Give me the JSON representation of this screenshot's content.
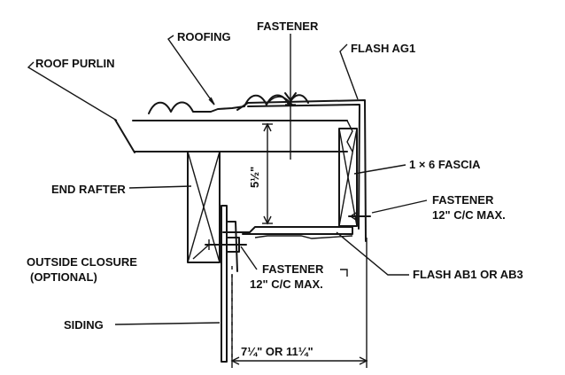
{
  "labels": {
    "roofing": "ROOFING",
    "fastener_top": "FASTENER",
    "flash_ag1": "FLASH AG1",
    "roof_purlin": "ROOF PURLIN",
    "fascia": "1 × 6 FASCIA",
    "end_rafter": "END RAFTER",
    "dim_height": "5½\"",
    "fastener_right_1": "FASTENER",
    "fastener_right_2": "12\" C/C MAX.",
    "outside_closure_1": "OUTSIDE CLOSURE",
    "outside_closure_2": "(OPTIONAL)",
    "fastener_lower_1": "FASTENER",
    "fastener_lower_2": "12\" C/C MAX.",
    "flash_ab": "FLASH AB1 OR AB3",
    "siding": "SIDING",
    "dim_width": "7¼\" OR 11¼\""
  }
}
